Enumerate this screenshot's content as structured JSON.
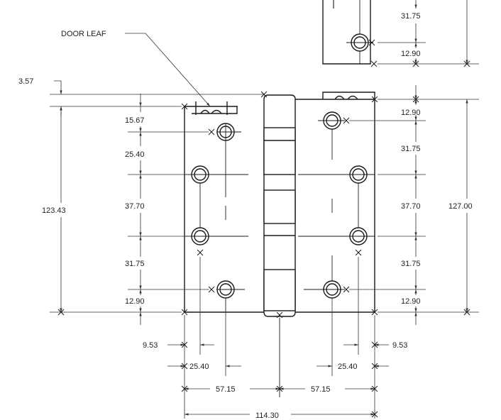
{
  "callout": {
    "door_leaf": "DOOR LEAF"
  },
  "dimensions": {
    "top_offset": "3.57",
    "left": {
      "d1": "15.67",
      "d2": "25.40",
      "d3": "37.70",
      "d4": "31.75",
      "d5": "12.90",
      "overall": "123.43"
    },
    "right": {
      "top_a": "31.75",
      "top_b": "12.90",
      "d1": "12.90",
      "d2": "31.75",
      "d3": "37.70",
      "d4": "31.75",
      "d5": "12.90",
      "overall": "127.00"
    },
    "bottom": {
      "edge_left": "9.53",
      "edge_right": "9.53",
      "hole_left": "25.40",
      "hole_right": "25.40",
      "half_left": "57.15",
      "half_right": "57.15",
      "overall": "114.30"
    }
  }
}
